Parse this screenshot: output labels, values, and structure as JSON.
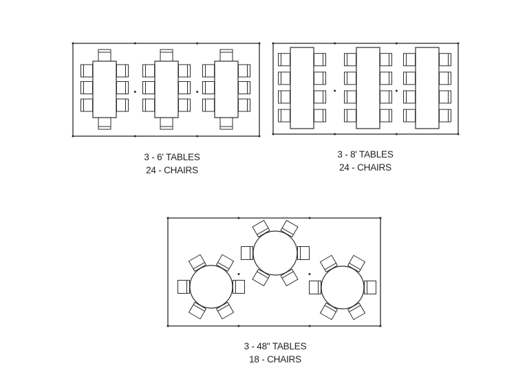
{
  "colors": {
    "line": "#2a2a2a",
    "background": "#ffffff"
  },
  "layouts": [
    {
      "id": "six-foot",
      "title": "3 - 6' TABLES",
      "subtitle": "24 - CHAIRS",
      "table_shape": "rectangle",
      "table_count": 3,
      "chairs_per_table": 8
    },
    {
      "id": "eight-foot",
      "title": "3 - 8' TABLES",
      "subtitle": "24 - CHAIRS",
      "table_shape": "rectangle",
      "table_count": 3,
      "chairs_per_table": 8
    },
    {
      "id": "round",
      "title": "3 - 48\" TABLES",
      "subtitle": "18 - CHAIRS",
      "table_shape": "round",
      "table_count": 3,
      "chairs_per_table": 6
    }
  ]
}
